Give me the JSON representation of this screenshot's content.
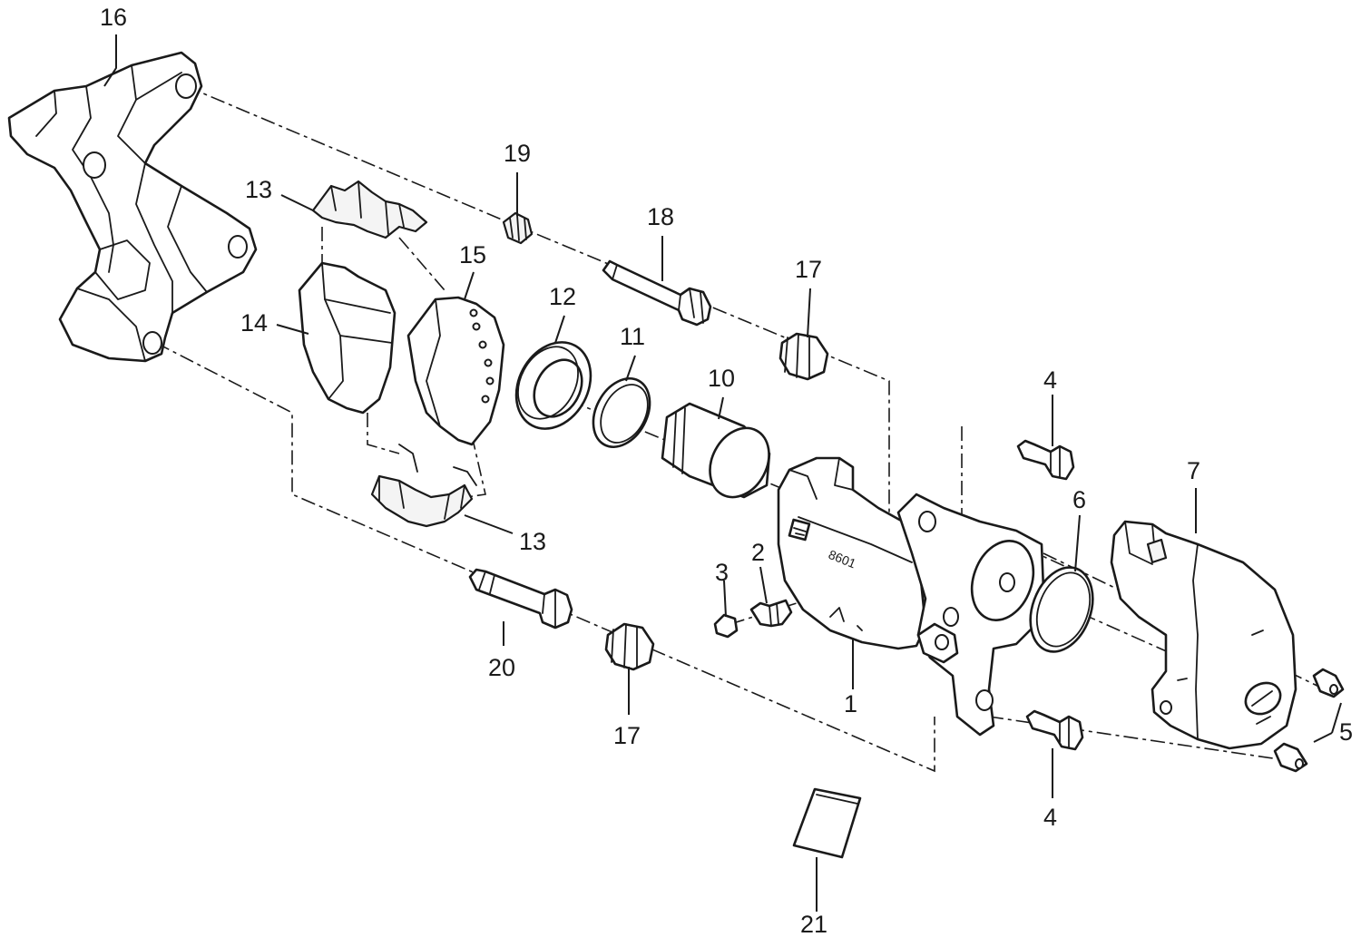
{
  "callouts": [
    {
      "id": "c1",
      "label": "1"
    },
    {
      "id": "c2",
      "label": "2"
    },
    {
      "id": "c3",
      "label": "3"
    },
    {
      "id": "c4a",
      "label": "4"
    },
    {
      "id": "c4b",
      "label": "4"
    },
    {
      "id": "c5",
      "label": "5"
    },
    {
      "id": "c6",
      "label": "6"
    },
    {
      "id": "c7",
      "label": "7"
    },
    {
      "id": "c10",
      "label": "10"
    },
    {
      "id": "c11",
      "label": "11"
    },
    {
      "id": "c12",
      "label": "12"
    },
    {
      "id": "c13a",
      "label": "13"
    },
    {
      "id": "c13b",
      "label": "13"
    },
    {
      "id": "c14",
      "label": "14"
    },
    {
      "id": "c15",
      "label": "15"
    },
    {
      "id": "c16",
      "label": "16"
    },
    {
      "id": "c17a",
      "label": "17"
    },
    {
      "id": "c17b",
      "label": "17"
    },
    {
      "id": "c18",
      "label": "18"
    },
    {
      "id": "c19",
      "label": "19"
    },
    {
      "id": "c20",
      "label": "20"
    },
    {
      "id": "c21",
      "label": "21"
    }
  ],
  "housing_stamp": "8601"
}
